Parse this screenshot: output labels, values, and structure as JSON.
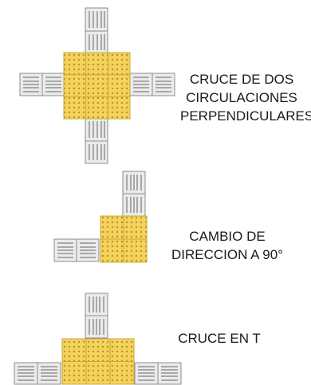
{
  "colors": {
    "background": "#ffffff",
    "tactile_tile": "#f3d35c",
    "tactile_tile_edge": "#c9a93a",
    "tactile_dot": "#b99428",
    "guide_tile": "#ebebeb",
    "guide_tile_edge": "#8c8c8c",
    "guide_bar": "#bdbdbd"
  },
  "diagrams": [
    {
      "id": "cruce-dos",
      "lines": [
        "CRUCE DE DOS",
        "CIRCULACIONES",
        "PERPENDICULARES"
      ],
      "tactile_grid": "3x3",
      "guide_directions": [
        "up",
        "down",
        "left",
        "right"
      ]
    },
    {
      "id": "cambio-direccion",
      "lines": [
        "CAMBIO DE",
        "DIRECCION A 90°"
      ],
      "tactile_grid": "2x2",
      "guide_directions": [
        "up",
        "left"
      ]
    },
    {
      "id": "cruce-t",
      "lines": [
        "CRUCE EN T"
      ],
      "tactile_grid": "3x2",
      "guide_directions": [
        "up",
        "left",
        "right"
      ]
    }
  ]
}
